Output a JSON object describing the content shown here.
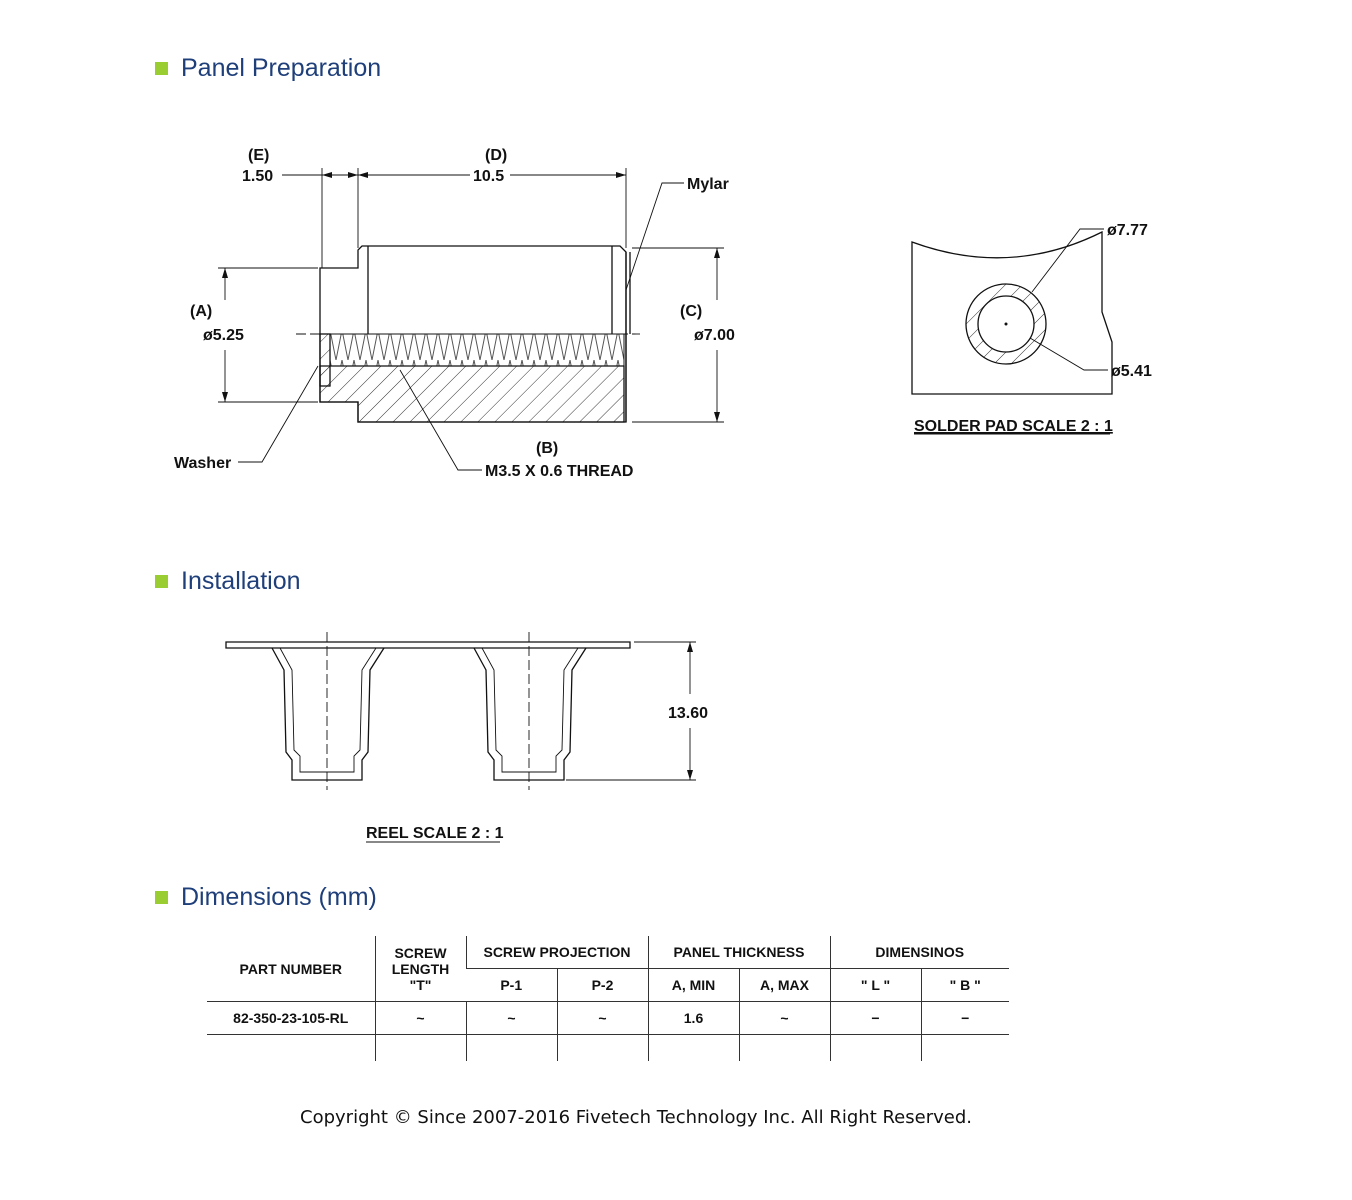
{
  "sections": {
    "panel": "Panel Preparation",
    "installation": "Installation",
    "dimensions": "Dimensions (mm)"
  },
  "drawing": {
    "e_label": "(E)",
    "e_value": "1.50",
    "d_label": "(D)",
    "d_value": "10.5",
    "mylar": "Mylar",
    "a_label": "(A)",
    "a_value": "ø5.25",
    "c_label": "(C)",
    "c_value": "ø7.00",
    "b_label": "(B)",
    "thread": "M3.5 X 0.6 THREAD",
    "washer": "Washer"
  },
  "solder_pad": {
    "outer": "ø7.77",
    "inner": "ø5.41",
    "caption": "SOLDER PAD  SCALE 2 : 1"
  },
  "reel": {
    "height": "13.60",
    "caption": "REEL  SCALE  2 : 1"
  },
  "table": {
    "h_part": "PART NUMBER",
    "h_screw1": "SCREW",
    "h_screw2": "LENGTH",
    "h_screw3": "\"T\"",
    "h_proj": "SCREW PROJECTION",
    "h_panel": "PANEL THICKNESS",
    "h_dims": "DIMENSINOS",
    "s_p1": "P-1",
    "s_p2": "P-2",
    "s_amin": "A, MIN",
    "s_amax": "A, MAX",
    "s_l": "\" L \"",
    "s_b": "\" B \"",
    "row": [
      "82-350-23-105-RL",
      "~",
      "~",
      "~",
      "1.6",
      "~",
      "−",
      "−"
    ]
  },
  "footer": "Copyright © Since 2007-2016 Fivetech Technology Inc. All Right Reserved."
}
